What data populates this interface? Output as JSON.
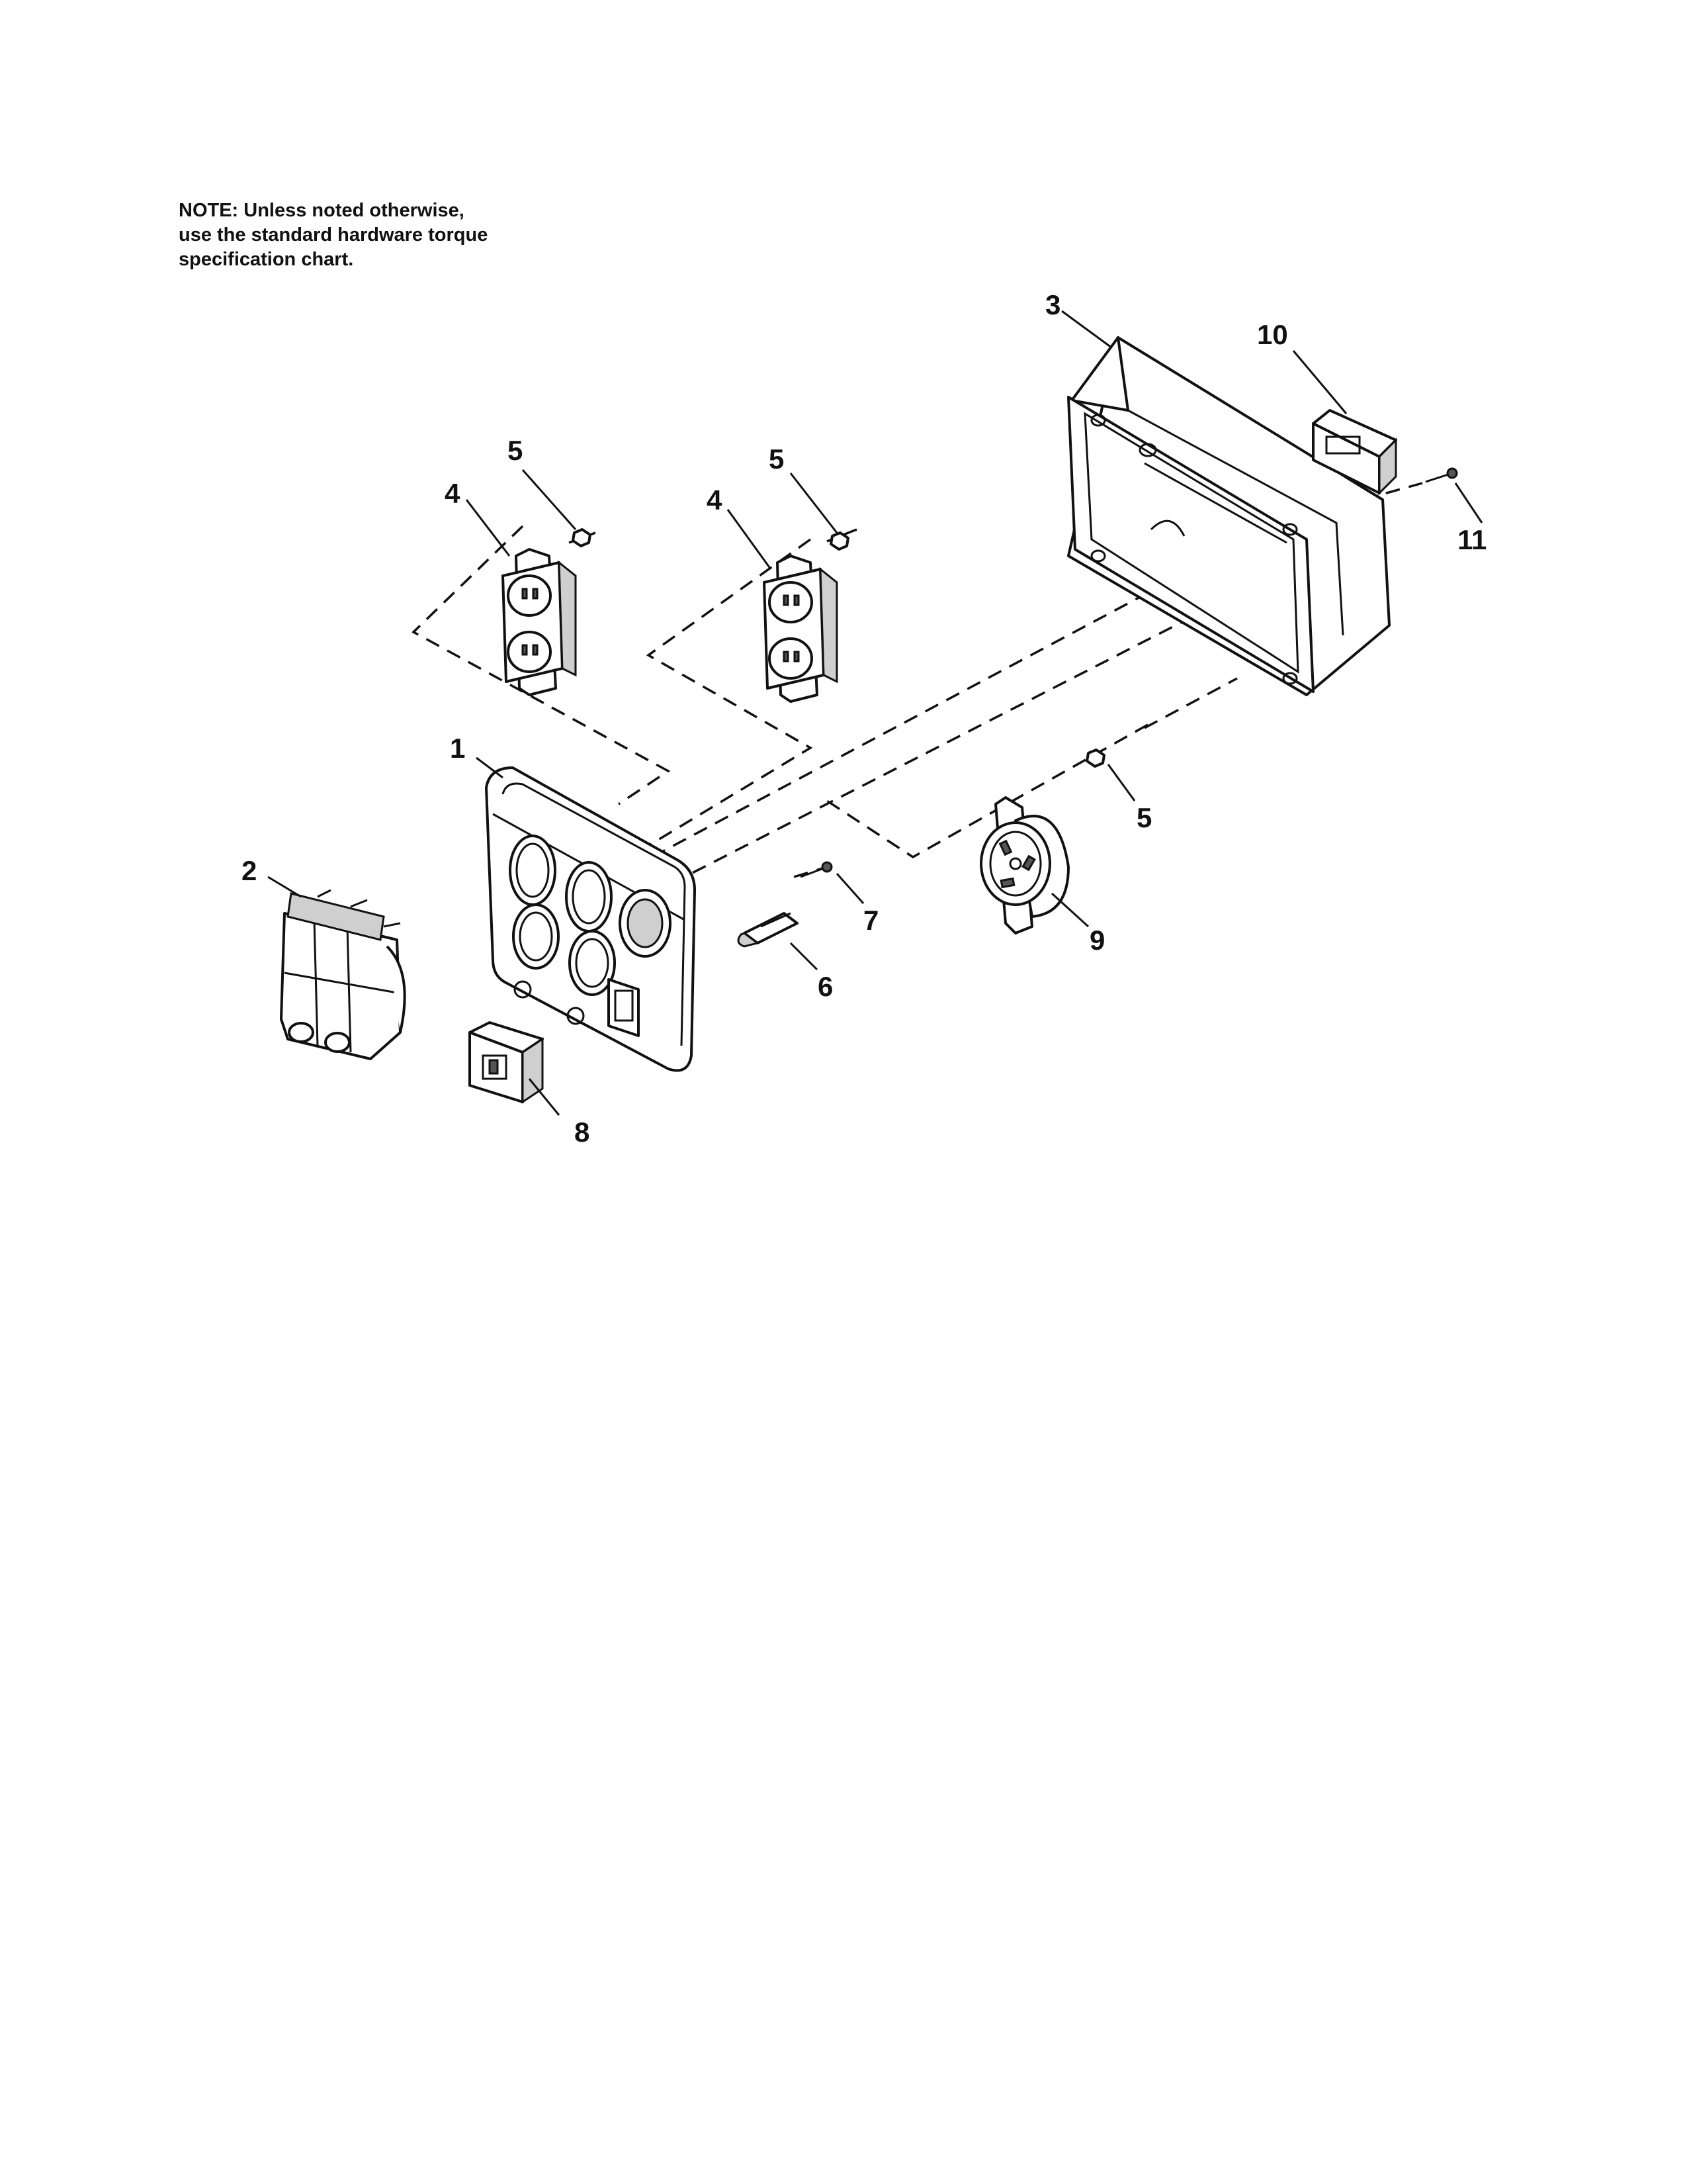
{
  "note": {
    "lines": [
      "NOTE: Unless noted otherwise,",
      "use the standard hardware torque",
      "specification chart."
    ]
  },
  "callouts": {
    "c1": "1",
    "c2": "2",
    "c3": "3",
    "c4a": "4",
    "c4b": "4",
    "c5a": "5",
    "c5b": "5",
    "c5c": "5",
    "c6": "6",
    "c7": "7",
    "c8": "8",
    "c9": "9",
    "c10": "10",
    "c11": "11"
  }
}
